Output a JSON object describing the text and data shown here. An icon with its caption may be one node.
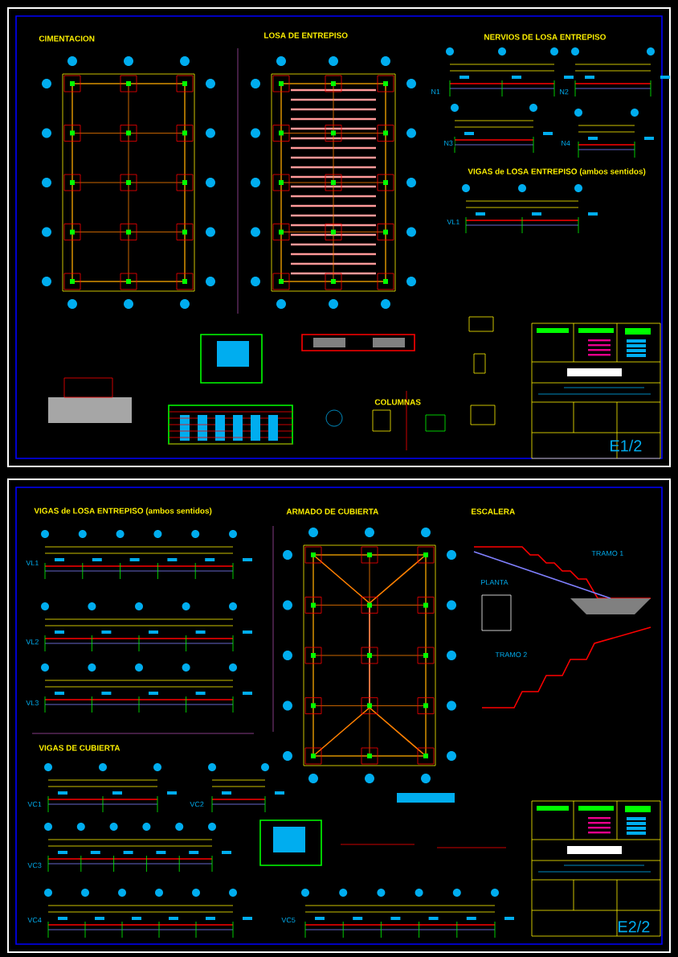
{
  "diagram": {
    "labels": [
      "CIMENTACION",
      "LOSA DE ENTREPISO",
      "NERVIOS DE LOSA ENTREPISO",
      "N1",
      "N2",
      "N3",
      "N4",
      "VIGAS de LOSA ENTREPISO (ambos sentidos)",
      "VL1",
      "COLUMNAS",
      "E1/2",
      "VIGAS de LOSA ENTREPISO (ambos sentidos)",
      "ARMADO DE CUBIERTA",
      "ESCALERA",
      "VL1",
      "TRAMO 1",
      "PLANTA",
      "VL2",
      "TRAMO 2",
      "VL3",
      "VIGAS DE CUBIERTA",
      "VC1",
      "VC2",
      "VC3",
      "VC4",
      "VC5",
      "E2/2"
    ]
  }
}
